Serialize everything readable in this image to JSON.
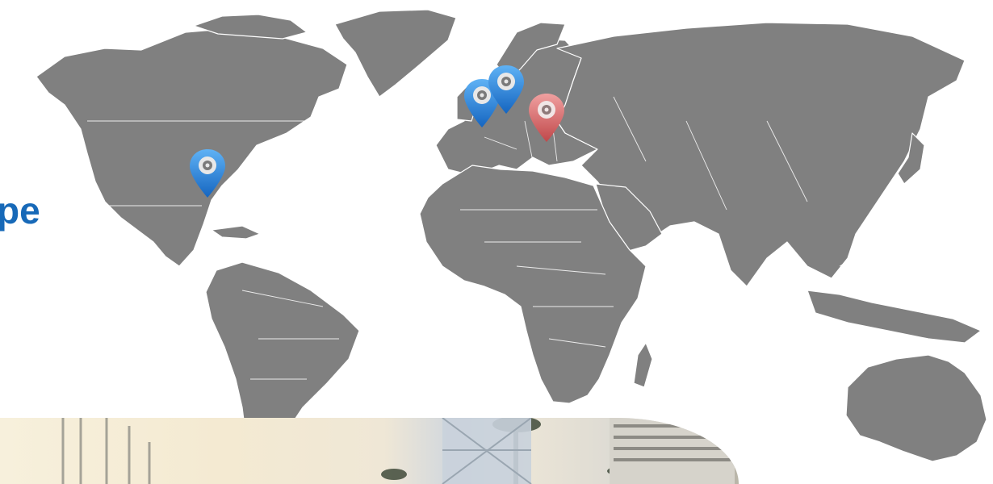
{
  "headline": {
    "text": "pe",
    "color": "#1769b8"
  },
  "map": {
    "land_color": "#808080",
    "border_color": "#ffffff",
    "background": "#ffffff"
  },
  "markers": [
    {
      "id": "marker-usa-southeast",
      "icon": "location-pin-icon",
      "color": "#1e88e5"
    },
    {
      "id": "marker-western-europe",
      "icon": "location-pin-icon",
      "color": "#1e88e5"
    },
    {
      "id": "marker-central-europe",
      "icon": "location-pin-icon",
      "color": "#1e88e5"
    },
    {
      "id": "marker-eastern-europe",
      "icon": "location-pin-icon",
      "color": "#d9686a"
    }
  ],
  "photo_strip": {
    "description_icon": "city-photo"
  }
}
